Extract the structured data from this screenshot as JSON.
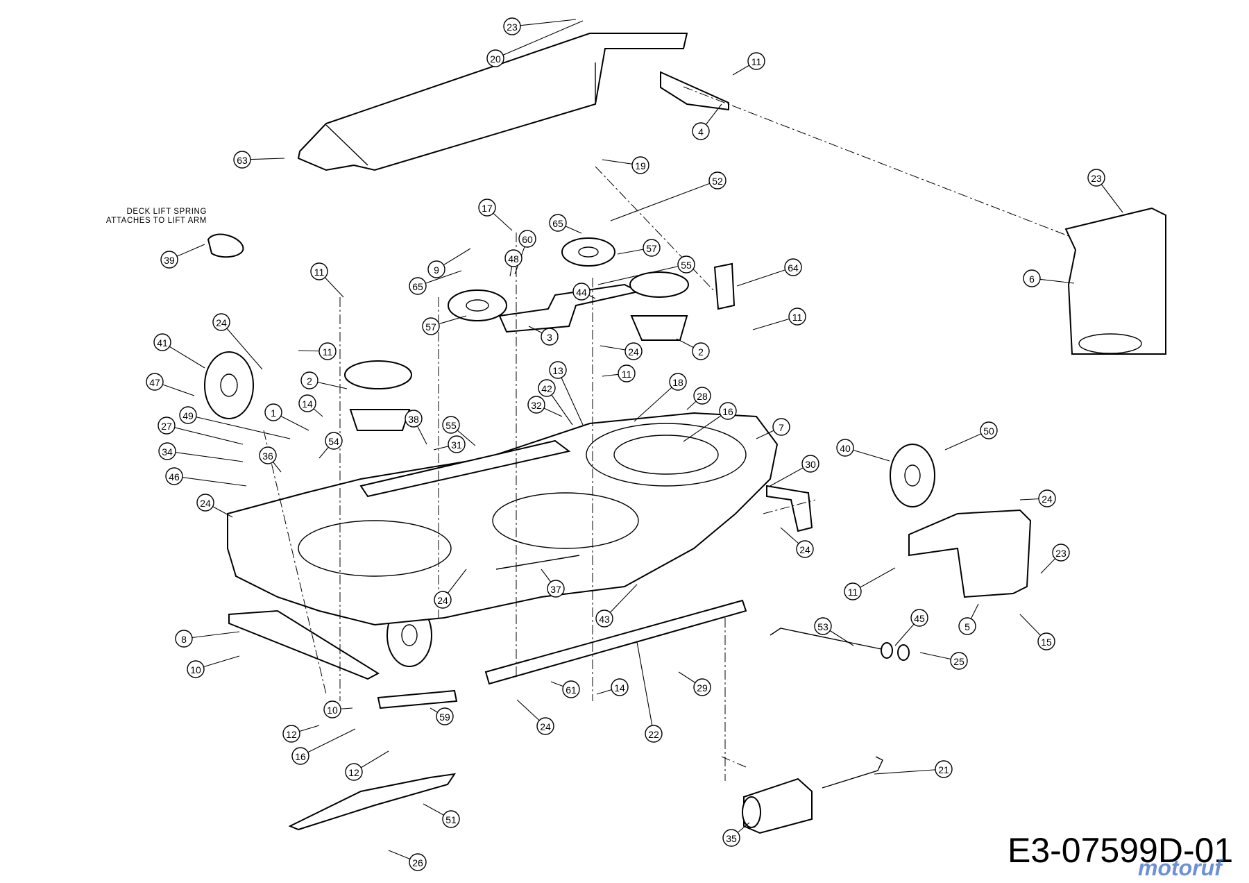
{
  "note": {
    "line1": "DECK LIFT SPRING",
    "line2": "ATTACHES TO LIFT ARM"
  },
  "diagram_code": "E3-07599D-01",
  "watermark": "motoruf",
  "callouts": [
    {
      "label": "23"
    },
    {
      "label": "20"
    },
    {
      "label": "11"
    },
    {
      "label": "4"
    },
    {
      "label": "63"
    },
    {
      "label": "19"
    },
    {
      "label": "52"
    },
    {
      "label": "23"
    },
    {
      "label": "6"
    },
    {
      "label": "17"
    },
    {
      "label": "65"
    },
    {
      "label": "39"
    },
    {
      "label": "9"
    },
    {
      "label": "60"
    },
    {
      "label": "57"
    },
    {
      "label": "48"
    },
    {
      "label": "55"
    },
    {
      "label": "64"
    },
    {
      "label": "11"
    },
    {
      "label": "65"
    },
    {
      "label": "44"
    },
    {
      "label": "57"
    },
    {
      "label": "3"
    },
    {
      "label": "11"
    },
    {
      "label": "24"
    },
    {
      "label": "24"
    },
    {
      "label": "2"
    },
    {
      "label": "41"
    },
    {
      "label": "11"
    },
    {
      "label": "13"
    },
    {
      "label": "11"
    },
    {
      "label": "2"
    },
    {
      "label": "47"
    },
    {
      "label": "18"
    },
    {
      "label": "28"
    },
    {
      "label": "42"
    },
    {
      "label": "14"
    },
    {
      "label": "1"
    },
    {
      "label": "32"
    },
    {
      "label": "16"
    },
    {
      "label": "49"
    },
    {
      "label": "7"
    },
    {
      "label": "38"
    },
    {
      "label": "55"
    },
    {
      "label": "27"
    },
    {
      "label": "54"
    },
    {
      "label": "31"
    },
    {
      "label": "50"
    },
    {
      "label": "34"
    },
    {
      "label": "36"
    },
    {
      "label": "40"
    },
    {
      "label": "30"
    },
    {
      "label": "46"
    },
    {
      "label": "24"
    },
    {
      "label": "24"
    },
    {
      "label": "23"
    },
    {
      "label": "24"
    },
    {
      "label": "37"
    },
    {
      "label": "11"
    },
    {
      "label": "24"
    },
    {
      "label": "43"
    },
    {
      "label": "5"
    },
    {
      "label": "8"
    },
    {
      "label": "53"
    },
    {
      "label": "45"
    },
    {
      "label": "15"
    },
    {
      "label": "25"
    },
    {
      "label": "10"
    },
    {
      "label": "61"
    },
    {
      "label": "14"
    },
    {
      "label": "29"
    },
    {
      "label": "10"
    },
    {
      "label": "59"
    },
    {
      "label": "24"
    },
    {
      "label": "12"
    },
    {
      "label": "22"
    },
    {
      "label": "16"
    },
    {
      "label": "12"
    },
    {
      "label": "21"
    },
    {
      "label": "51"
    },
    {
      "label": "35"
    },
    {
      "label": "26"
    }
  ]
}
